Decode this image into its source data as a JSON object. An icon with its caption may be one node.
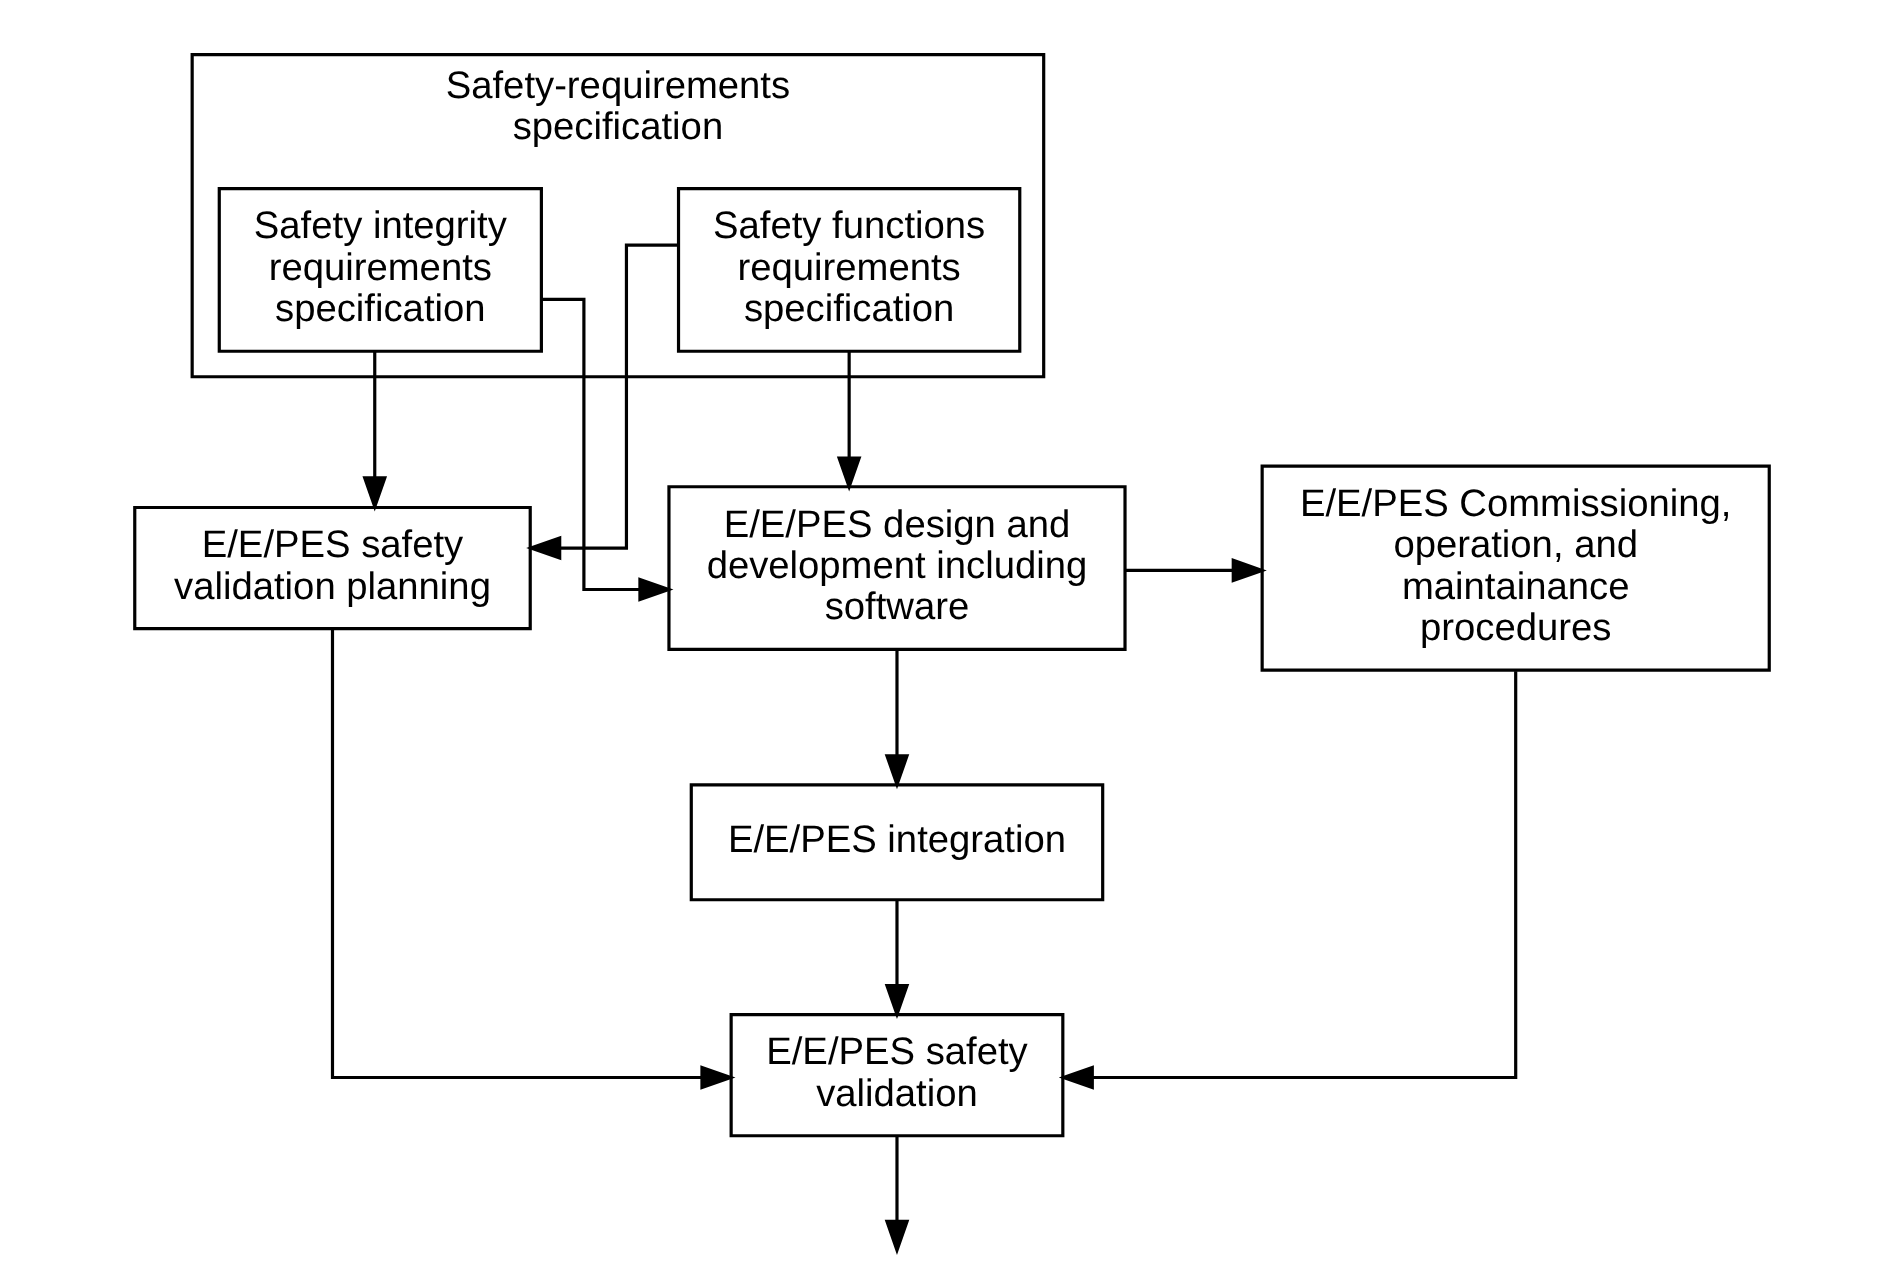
{
  "diagram": {
    "nodes": [
      {
        "text": [
          "Safety-requirements specification"
        ]
      },
      {
        "text": [
          "Safety functions requirements specification"
        ],
        "in": 0
      },
      {
        "text": [
          "Safety integrity requirements specification"
        ],
        "in": 0
      },
      {
        "text": [
          "E/E/PES safety validation planning"
        ]
      },
      {
        "text": [
          "E/E/PES design and development including software"
        ]
      },
      {
        "text": [
          "E/E/PES Commissioning, operation, and maintainance procedures"
        ]
      },
      {
        "text": [
          "E/E/PES integration"
        ]
      },
      {
        "text": [
          "E/E/PES safety validation"
        ]
      }
    ],
    "edges": [
      {
        "from": 1,
        "to": 3,
        "arrow": "to"
      },
      {
        "from": 1,
        "to": 4,
        "arrow": "to"
      },
      {
        "from": 2,
        "to": 3,
        "arrow": "to"
      },
      {
        "from": 2,
        "to": 4,
        "arrow": "to"
      },
      {
        "from": 4,
        "to": 5,
        "arrow": "to"
      },
      {
        "from": 4,
        "to": 6,
        "arrow": "to"
      },
      {
        "from": 6,
        "to": 7,
        "arrow": "to"
      },
      {
        "from": 3,
        "to": 7,
        "arrow": "to"
      },
      {
        "from": 5,
        "to": 7,
        "arrow": "to"
      },
      {
        "from": 7,
        "to": null,
        "arrow": "to"
      }
    ]
  }
}
